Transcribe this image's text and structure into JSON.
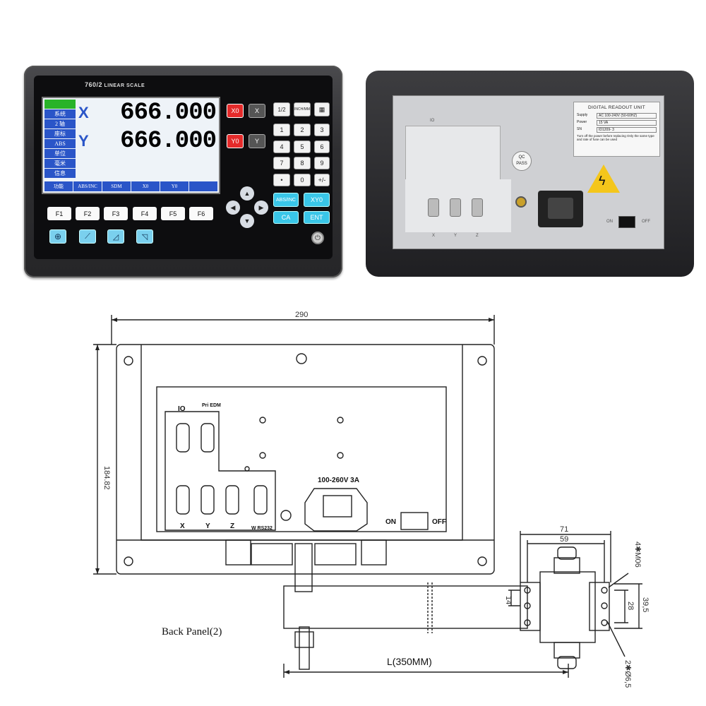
{
  "front_unit": {
    "model": "760/2",
    "model_sub": "LINEAR SCALE",
    "menu": [
      "系统",
      "2 轴",
      "座标",
      "ABS",
      "单位",
      "毫米",
      "信息"
    ],
    "axis_x": "X",
    "axis_y": "Y",
    "reading_x": "666.000",
    "reading_y": "666.000",
    "softkeys": [
      "功能",
      "ABS/INC",
      "SDM",
      "X0",
      "Y0",
      ""
    ],
    "keys": {
      "x0": "X0",
      "x": "X",
      "y0": "Y0",
      "y": "Y",
      "half": "1/2",
      "inch_mm": "INCH/MM",
      "num": [
        "1",
        "2",
        "3",
        "4",
        "5",
        "6",
        "7",
        "8",
        "9",
        "•",
        "0",
        "+/-"
      ],
      "abs_inc": "ABS/INC",
      "xy0": "XY0",
      "ca": "CA",
      "ent": "ENT",
      "fkeys": [
        "F1",
        "F2",
        "F3",
        "F4",
        "F5",
        "F6"
      ]
    }
  },
  "back_unit": {
    "label_title": "DIGITAL READOUT UNIT",
    "supply_label": "Supply",
    "supply_value": "AC 100-240V (50-60HZ)",
    "power_label": "Power",
    "power_value": "15 VA",
    "sn_label": "SN",
    "sn_value": "ID1209- 3",
    "warning": "Turn off the power before replacing Only the same type and rate of fuse can be used",
    "qc": "QC",
    "pass": "PASS",
    "io": "IO",
    "on": "ON",
    "off": "OFF",
    "ports": [
      "X",
      "Y",
      "Z"
    ]
  },
  "drawing": {
    "width_dim": "290",
    "height_dim": "184.82",
    "ports_top": [
      "IO",
      "Pri EDM"
    ],
    "ports_bottom": [
      "X",
      "Y",
      "Z",
      "W RS232"
    ],
    "supply": "100-260V  3A",
    "on": "ON",
    "off": "OFF",
    "dim_71": "71",
    "dim_59": "59",
    "dim_14": "14",
    "dim_28": "28",
    "dim_39_5": "39,5",
    "holes_4": "4✱M06",
    "holes_2": "2✱Ø6,5",
    "caption": "Back Panel(2)",
    "length": "L(350MM)"
  }
}
